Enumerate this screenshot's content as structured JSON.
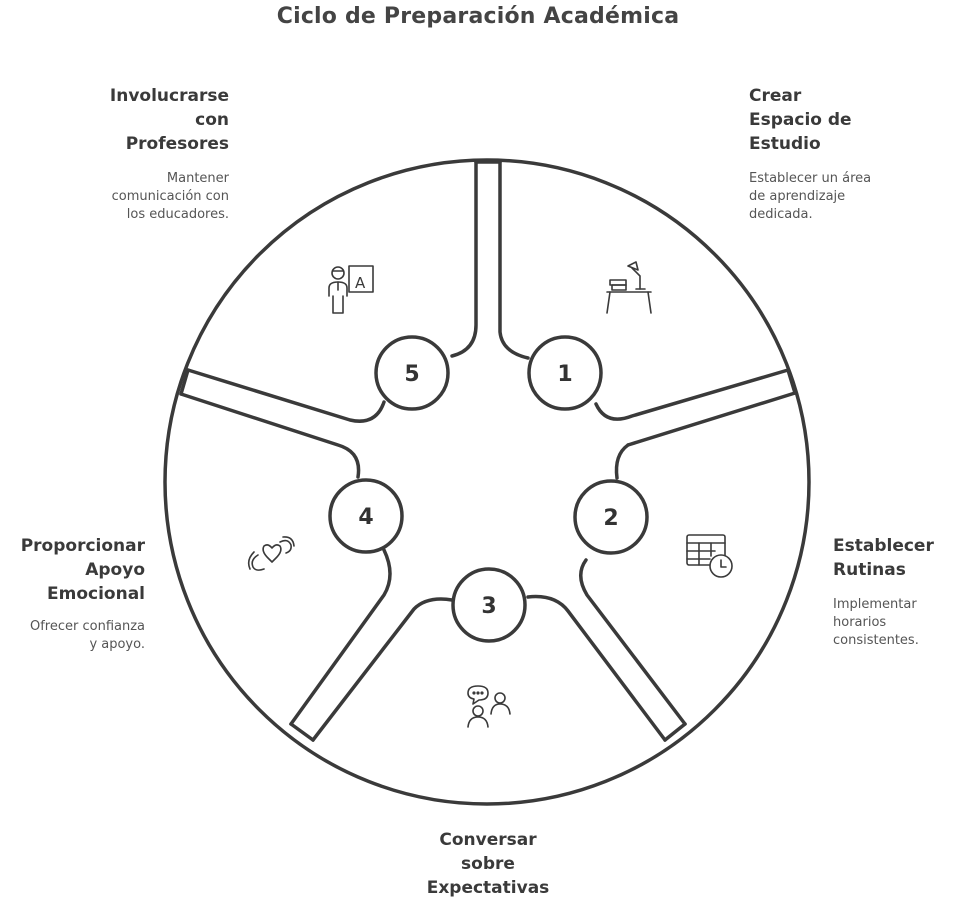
{
  "title": "Ciclo de Preparación Académica",
  "steps": [
    {
      "number": "1",
      "title": "Crear\nEspacio de\nEstudio",
      "description": "Establecer un área\nde aprendizaje\ndedicada.",
      "icon": "desk-lamp-icon"
    },
    {
      "number": "2",
      "title": "Establecer\nRutinas",
      "description": "Implementar\nhorarios\nconsistentes.",
      "icon": "calendar-clock-icon"
    },
    {
      "number": "3",
      "title": "Conversar\nsobre\nExpectativas",
      "description": "",
      "icon": "conversation-icon"
    },
    {
      "number": "4",
      "title": "Proporcionar\nApoyo\nEmocional",
      "description": "Ofrecer confianza\ny apoyo.",
      "icon": "heart-hands-icon"
    },
    {
      "number": "5",
      "title": "Involucrarse\ncon\nProfesores",
      "description": "Mantener\ncomunicación con\nlos educadores.",
      "icon": "teacher-board-icon"
    }
  ],
  "colors": {
    "stroke": "#3a3a3a",
    "background": "#ffffff"
  }
}
